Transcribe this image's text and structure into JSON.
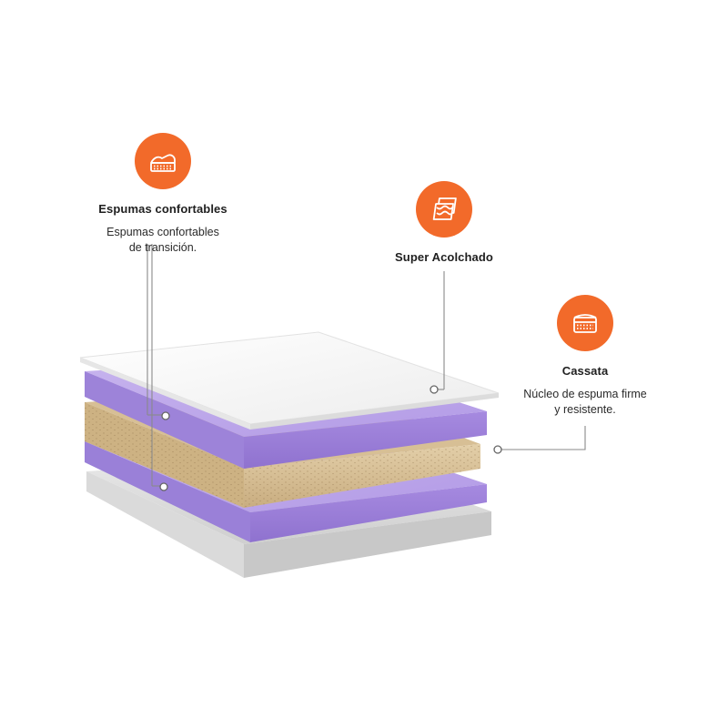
{
  "features": {
    "espumas": {
      "icon": "foam-layer-icon",
      "title": "Espumas confortables",
      "desc_line1": "Espumas confortables",
      "desc_line2": "de transición."
    },
    "acolchado": {
      "icon": "quilted-layers-icon",
      "title": "Super Acolchado"
    },
    "cassata": {
      "icon": "mattress-core-icon",
      "title": "Cassata",
      "desc_line1": "Núcleo de espuma firme",
      "desc_line2": "y resistente."
    }
  },
  "colors": {
    "accent": "#f26a2a",
    "foam_purple": "#a78bdc",
    "core_tan": "#d9c39c",
    "top_white": "#f7f7f7"
  }
}
